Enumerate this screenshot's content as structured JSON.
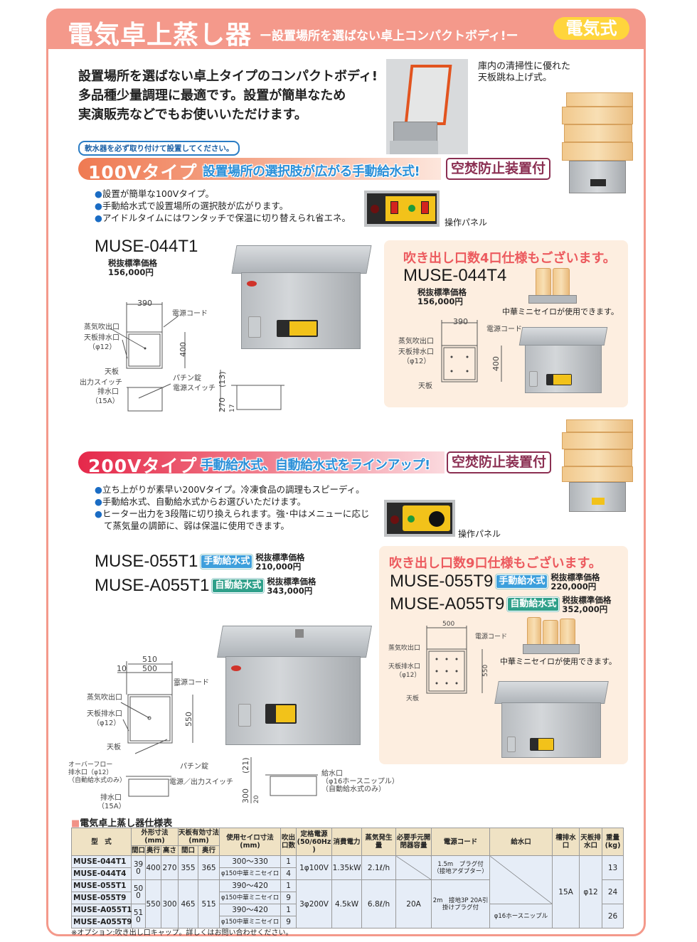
{
  "header": {
    "title": "電気卓上蒸し器",
    "subtitle": "ー設置場所を選ばない卓上コンパクトボディ!ー",
    "badge": "電気式"
  },
  "intro": {
    "lines": [
      "設置場所を選ばない卓上タイプのコンパクトボディ!",
      "多品種少量調理に最適です。設置が簡単なため",
      "実演販売などでもお使いいただけます。"
    ],
    "note": "軟水器を必ず取り付けて設置してください。",
    "photo_caption": [
      "庫内の清掃性に優れた",
      "天板跳ね上げ式。"
    ]
  },
  "v100": {
    "type_label": "100Vタイプ",
    "tagline": "設置場所の選択肢が広がる手動給水式!",
    "safety": "空焚防止装置付",
    "bullets": [
      "設置が簡単な100Vタイプ。",
      "手動給水式で設置場所の選択肢が広がります。",
      "アイドルタイムにはワンタッチで保温に切り替えられ省エネ。"
    ],
    "bullet_mark": "●",
    "panel_label": "操作パネル"
  },
  "m044t1": {
    "model": "MUSE-044T1",
    "price_label": "税抜標準価格",
    "price": "156,000円",
    "diagram": {
      "width": "390",
      "depth": "400",
      "cord": "電源コード",
      "steam": "蒸気吹出口",
      "top_drain": "天板排水口",
      "top_drain_size": "（φ12）",
      "top": "天板",
      "output_switch": "出力スイッチ",
      "drain": "排水口",
      "drain_size": "（15A）",
      "latch": "パチン錠",
      "power_switch": "電源スイッチ",
      "height": "270",
      "lid_height": "(13)",
      "foot": "17"
    }
  },
  "m044t4": {
    "heading": "吹き出し口数4口仕様もございます。",
    "model": "MUSE-044T4",
    "price_label": "税抜標準価格",
    "price": "156,000円",
    "seiro_note": "中華ミニセイロが使用できます。",
    "diagram": {
      "width": "390",
      "depth": "400",
      "cord": "電源コード",
      "steam": "蒸気吹出口",
      "top_drain": "天板排水口",
      "top_drain_size": "（φ12）",
      "top": "天板"
    }
  },
  "v200": {
    "type_label": "200Vタイプ",
    "tagline": "手動給水式、自動給水式をラインアップ!",
    "safety": "空焚防止装置付",
    "bullets": [
      "立ち上がりが素早い200Vタイプ。冷凍食品の調理もスピーディ。",
      "手動給水式、自動給水式からお選びいただけます。",
      "ヒーター出力を3段階に切り換えられます。強･中はメニューに応じ",
      "て蒸気量の調節に、弱は保温に使用できます。"
    ],
    "bullet_mark": "●",
    "panel_label": "操作パネル"
  },
  "m055t1": {
    "model": "MUSE-055T1",
    "type": "手動給水式",
    "price_label": "税抜標準価格",
    "price": "210,000円"
  },
  "ma055t1": {
    "model": "MUSE-A055T1",
    "type": "自動給水式",
    "price_label": "税抜標準価格",
    "price": "343,000円"
  },
  "d055": {
    "width_outer": "510",
    "width": "500",
    "offset": "10",
    "cord": "電源コード",
    "steam": "蒸気吹出口",
    "top_drain": "天板排水口",
    "top_drain_size": "（φ12）",
    "top": "天板",
    "depth": "550",
    "overflow": [
      "オーバーフロー",
      "排水口（φ12）",
      "（自動給水式のみ）"
    ],
    "latch": "パチン錠",
    "switch": "電源／出力スイッチ",
    "drain": "排水口",
    "drain_size": "（15A）",
    "height": "300",
    "lid_height": "(21)",
    "foot": "20",
    "inlet": [
      "給水口",
      "（φ16ホースニップル）",
      "（自動給水式のみ）"
    ]
  },
  "t9": {
    "heading": "吹き出し口数9口仕様もございます。",
    "m055t9": {
      "model": "MUSE-055T9",
      "type": "手動給水式",
      "price_label": "税抜標準価格",
      "price": "220,000円"
    },
    "ma055t9": {
      "model": "MUSE-A055T9",
      "type": "自動給水式",
      "price_label": "税抜標準価格",
      "price": "352,000円"
    },
    "seiro_note": "中華ミニセイロが使用できます。",
    "diagram": {
      "width": "500",
      "depth": "550",
      "cord": "電源コード",
      "steam": "蒸気吹出口",
      "top_drain": "天板排水口",
      "top_drain_size": "（φ12）",
      "top": "天板"
    }
  },
  "spec": {
    "title": "電気卓上蒸し器仕様表",
    "headers": {
      "model": "型　式",
      "outer": "外形寸法(mm)",
      "plate": "天板有効寸法(mm)",
      "w": "間口",
      "d": "奥行",
      "h": "高さ",
      "seiro": "使用セイロ寸法(mm)",
      "outlets": "吹出口数",
      "power": "定格電源(50/60Hz)",
      "consumption": "消費電力",
      "steam": "蒸気発生量",
      "breaker": "必要手元開閉器容量",
      "cord": "電源コード",
      "inlet": "給水口",
      "tank_drain": "槽排水口",
      "top_drain": "天板排水口",
      "weight": "重量(kg)"
    },
    "rows": [
      {
        "model": "MUSE-044T1",
        "seiro": "300〜330",
        "outlets": "1"
      },
      {
        "model": "MUSE-044T4",
        "seiro": "φ150中華ミニセイロ",
        "outlets": "4"
      },
      {
        "model": "MUSE-055T1",
        "seiro": "390〜420",
        "outlets": "1"
      },
      {
        "model": "MUSE-055T9",
        "seiro": "φ150中華ミニセイロ",
        "outlets": "9"
      },
      {
        "model": "MUSE-A055T1",
        "seiro": "390〜420",
        "outlets": "1"
      },
      {
        "model": "MUSE-A055T9",
        "seiro": "φ150中華ミニセイロ",
        "outlets": "9"
      }
    ],
    "g100": {
      "w": "390",
      "d": "400",
      "h": "270",
      "pw": "355",
      "pd": "365",
      "power": "1φ100V",
      "consumption": "1.35kW",
      "steam": "2.1ℓ/h",
      "cord": "1.5m　プラグ付（接地アダプター）",
      "weight": "13"
    },
    "g200": {
      "w_manual": "500",
      "w_auto": "510",
      "d": "550",
      "h": "300",
      "pw": "465",
      "pd": "515",
      "power": "3φ200V",
      "consumption": "4.5kW",
      "steam": "6.8ℓ/h",
      "breaker": "20A",
      "cord": "2m　接地3P 20A引掛けプラグ付",
      "inlet_auto": "φ16ホースニップル",
      "weight_manual": "24",
      "weight_auto": "26"
    },
    "common": {
      "tank_drain": "15A",
      "top_drain": "φ12"
    },
    "footnote": "※オプション:吹き出し口キャップ。詳しくはお問い合わせください。"
  },
  "colors": {
    "header": "#f4998b",
    "badge": "#ffd53c",
    "manual": "#3d9fdc",
    "auto": "#2fa08a",
    "safety": "#8b2f52",
    "pink_box": "#fdeee0"
  }
}
